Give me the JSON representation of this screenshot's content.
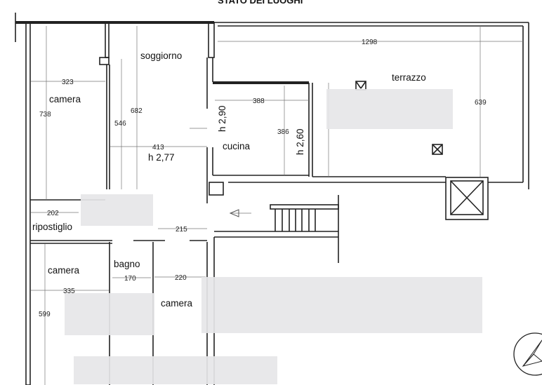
{
  "title": "STATO DEI LUOGHI",
  "rooms": {
    "camera_1": {
      "label": "camera",
      "width": "323",
      "length": "738"
    },
    "soggiorno": {
      "label": "soggiorno",
      "length_a": "682",
      "length_b": "546",
      "width": "413",
      "height": "h 2,77"
    },
    "cucina": {
      "label": "cucina",
      "width": "388",
      "length": "386",
      "height_a": "h 2,90",
      "height_b": "h 2,60"
    },
    "terrazzo": {
      "label": "terrazzo",
      "width": "1298",
      "length": "639"
    },
    "ripostiglio": {
      "label": "ripostiglio",
      "width": "202"
    },
    "corridoio": {
      "width": "215"
    },
    "camera_2": {
      "label": "camera",
      "width": "335",
      "length": "599"
    },
    "bagno": {
      "label": "bagno",
      "width": "170"
    },
    "camera_3": {
      "label": "camera",
      "width": "220"
    }
  }
}
